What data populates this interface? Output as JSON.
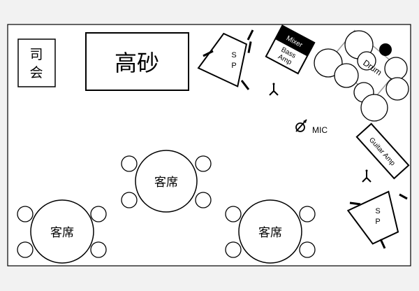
{
  "colors": {
    "background": "#f2f2f2",
    "floor": "#ffffff",
    "stroke": "#000000",
    "mixer_fill": "#000000",
    "cymbal_fill": "#000000"
  },
  "labels": {
    "mc": "司会",
    "mc_char1": "司",
    "mc_char2": "会",
    "takasago": "高砂",
    "speaker_top": "S",
    "speaker_bottom": "P",
    "mixer": "Mixer",
    "bass_amp_line1": "Bass",
    "bass_amp_line2": "Amp",
    "drum": "Drum",
    "mic": "MIC",
    "guitar_amp": "Guitar Amp",
    "guest_table": "客席"
  },
  "icons": {
    "mic_stand": "mic-stand-icon",
    "mic": "mic-icon",
    "speaker": "speaker-icon"
  }
}
